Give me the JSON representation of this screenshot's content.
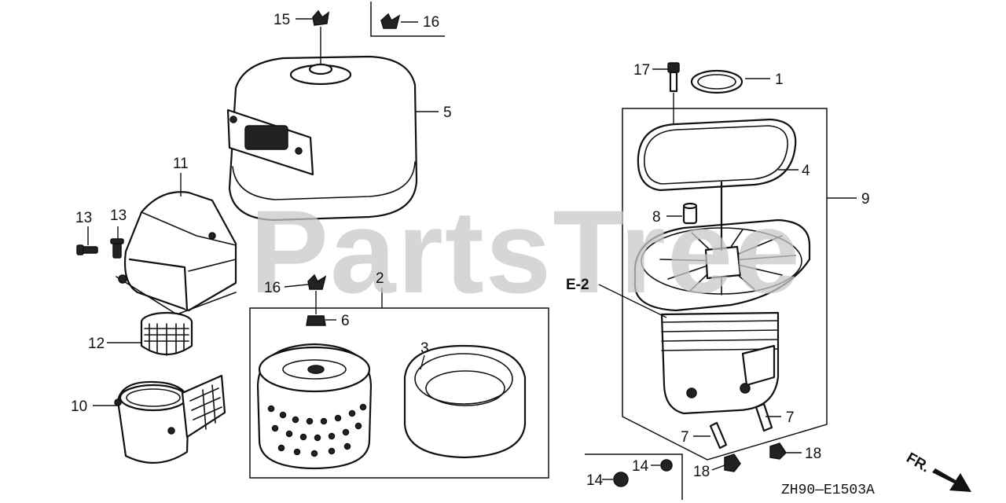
{
  "watermark": "PartsTree",
  "diagram_code": "ZH90—E1503A",
  "front_marker": "FR.",
  "reference_marker": "E-2",
  "callouts": {
    "c1": "1",
    "c2": "2",
    "c3": "3",
    "c4": "4",
    "c5": "5",
    "c6": "6",
    "c7a": "7",
    "c7b": "7",
    "c8": "8",
    "c9": "9",
    "c10": "10",
    "c11": "11",
    "c12": "12",
    "c13a": "13",
    "c13b": "13",
    "c14a": "14",
    "c14b": "14",
    "c15": "15",
    "c16a": "16",
    "c16b": "16",
    "c17": "17",
    "c18a": "18",
    "c18b": "18"
  }
}
